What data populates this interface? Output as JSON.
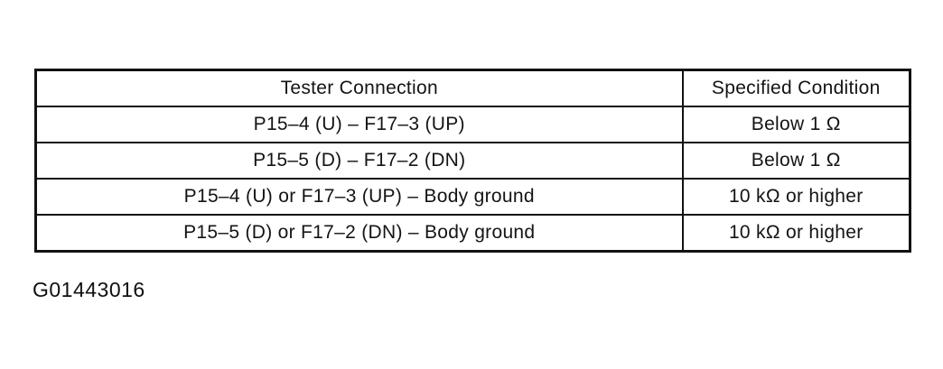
{
  "table": {
    "headers": {
      "connection": "Tester Connection",
      "condition": "Specified Condition"
    },
    "rows": [
      {
        "connection": "P15–4 (U) – F17–3 (UP)",
        "condition": "Below 1 Ω"
      },
      {
        "connection": "P15–5 (D) – F17–2 (DN)",
        "condition": "Below 1 Ω"
      },
      {
        "connection": "P15–4 (U) or F17–3 (UP) – Body ground",
        "condition": "10 kΩ or higher"
      },
      {
        "connection": "P15–5 (D) or F17–2 (DN) – Body ground",
        "condition": "10 kΩ or higher"
      }
    ]
  },
  "caption": "G01443016"
}
